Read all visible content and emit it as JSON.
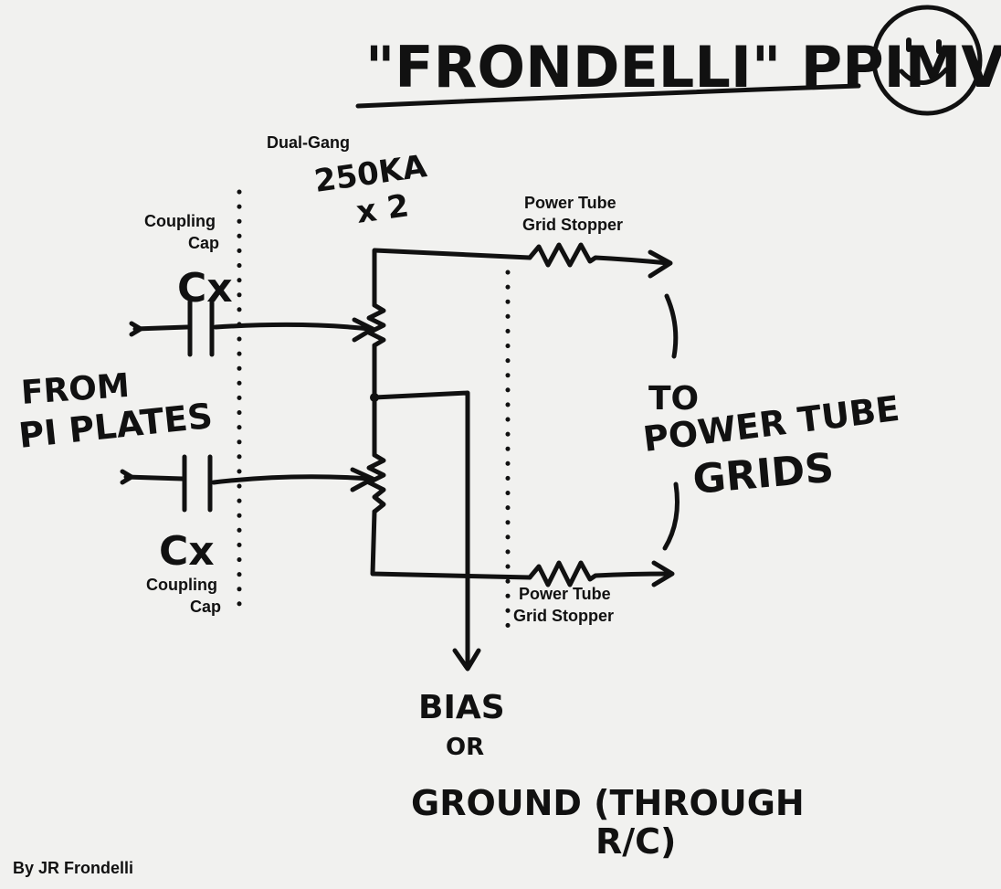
{
  "title": "\"FRONDELLI\" PPIMV",
  "labels": {
    "dual_gang": "Dual-Gang",
    "pot_value_line1": "250KA",
    "pot_value_line2": "x 2",
    "coupling_top_line1": "Coupling",
    "coupling_top_line2": "Cap",
    "cx_top": "Cx",
    "cx_bottom": "Cx",
    "coupling_bottom_line1": "Coupling",
    "coupling_bottom_line2": "Cap",
    "from_line1": "FROM",
    "from_line2": "PI PLATES",
    "grid_stopper_top_line1": "Power Tube",
    "grid_stopper_top_line2": "Grid Stopper",
    "grid_stopper_bottom_line1": "Power Tube",
    "grid_stopper_bottom_line2": "Grid Stopper",
    "to_line1": "TO",
    "to_line2": "POWER TUBE",
    "to_line3": "GRIDS",
    "bias_line1": "BIAS",
    "bias_line2": "OR",
    "bias_line3": "GROUND (THROUGH",
    "bias_line4": "R/C)",
    "credit": "By JR Frondelli"
  },
  "colors": {
    "ink": "#111111",
    "paper": "#f1f1ef"
  }
}
